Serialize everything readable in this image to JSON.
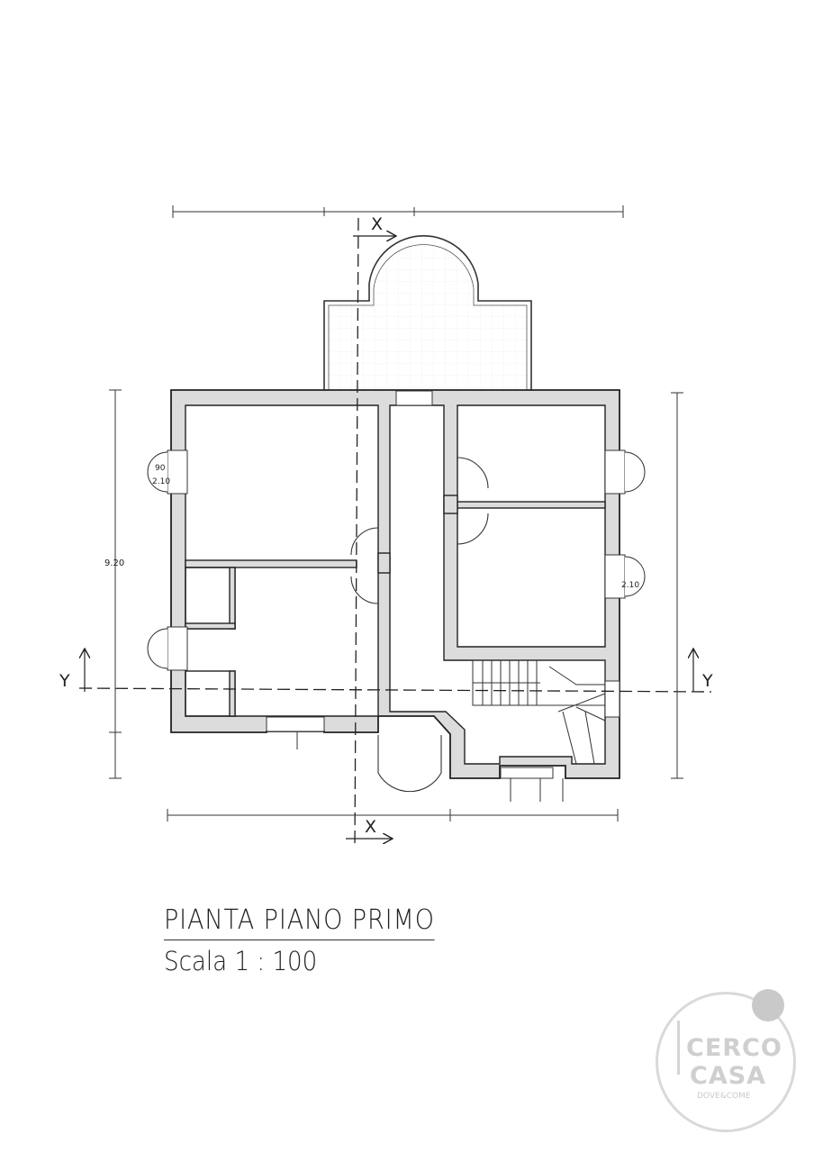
{
  "drawing": {
    "title": "PIANTA PIANO PRIMO",
    "scale": "Scala 1 : 100"
  },
  "dimensions": {
    "height_left": "9.20",
    "window_left_top": "90",
    "window_left_top_h": "2.10",
    "window_right_h": "2.10"
  },
  "section_marks": {
    "x_top": "X",
    "x_bottom": "X",
    "y_left": "Y",
    "y_right": "Y"
  },
  "logo": {
    "line1": "CERCO",
    "line2": "CASA",
    "line3": "DOVE&COME"
  }
}
